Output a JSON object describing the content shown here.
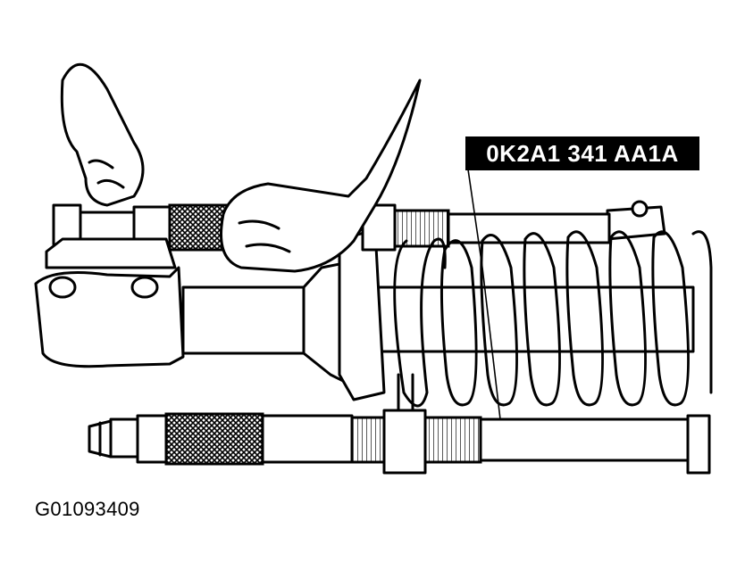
{
  "diagram": {
    "tool_number": "0K2A1 341 AA1A",
    "figure_code": "G01093409",
    "icons": [
      "spring-compressor",
      "coil-spring",
      "strut-assembly",
      "hand",
      "wrench"
    ],
    "colors": {
      "line": "#000000",
      "background": "#ffffff",
      "label_bg": "#000000",
      "label_text": "#ffffff"
    }
  }
}
